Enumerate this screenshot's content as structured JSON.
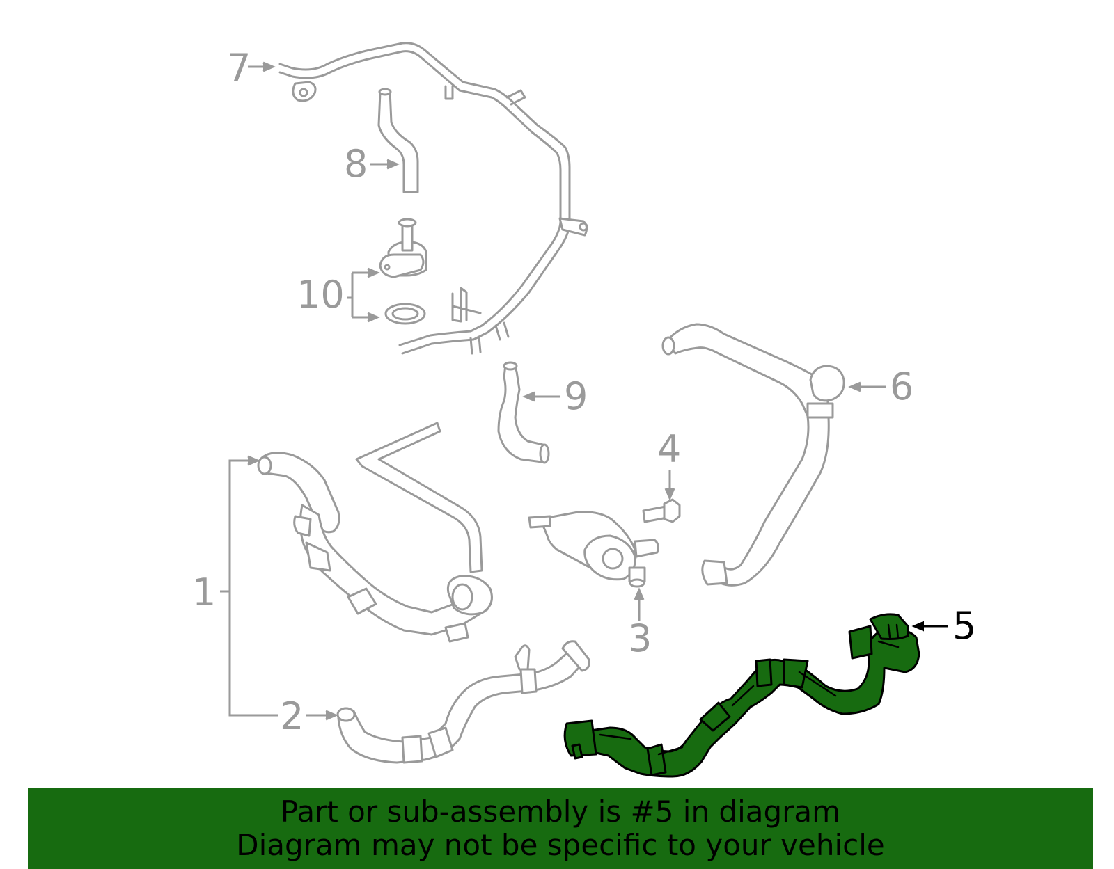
{
  "callouts": {
    "n1": "1",
    "n2": "2",
    "n3": "3",
    "n4": "4",
    "n5": "5",
    "n6": "6",
    "n7": "7",
    "n8": "8",
    "n9": "9",
    "n10": "10"
  },
  "highlighted_part": "5",
  "colors": {
    "highlight": "#176b10",
    "parts": "#9a9a9a",
    "banner": "#176b10"
  },
  "banner": {
    "line1": "Part or sub-assembly is #5 in diagram",
    "line2": "Diagram may not be specific to your vehicle"
  }
}
